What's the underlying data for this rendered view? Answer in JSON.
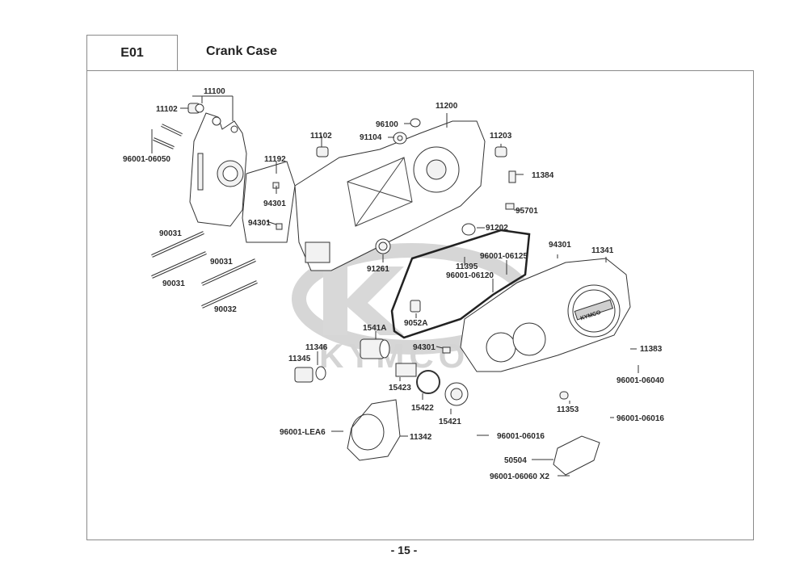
{
  "header": {
    "section_code": "E01",
    "title": "Crank Case"
  },
  "footer": {
    "page_number": "- 15 -"
  },
  "watermark": {
    "brand": "KYMCO"
  },
  "cover_emblem_text": "KYMCO",
  "part_labels": [
    "11100",
    "11102",
    "96001-06050",
    "11192",
    "94301",
    "94301",
    "11102",
    "96100",
    "91104",
    "11200",
    "11203",
    "11384",
    "95701",
    "90031",
    "90031",
    "90031",
    "90032",
    "91202",
    "91261",
    "94301",
    "11341",
    "11395",
    "96001-06125",
    "96001-06120",
    "9052A",
    "1541A",
    "94301",
    "11346",
    "11345",
    "15423",
    "15422",
    "15421",
    "11383",
    "96001-06040",
    "11353",
    "96001-06016",
    "96001-LEA6",
    "11342",
    "96001-06016",
    "50504",
    "96001-06060 X2"
  ]
}
